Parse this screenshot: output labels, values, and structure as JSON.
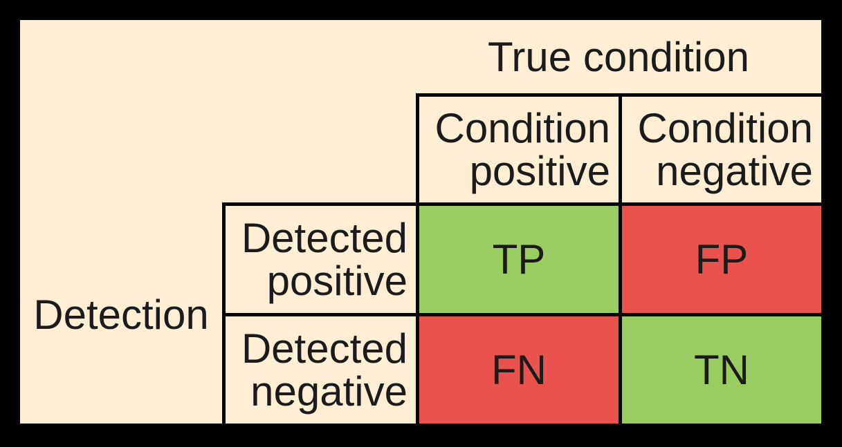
{
  "colors": {
    "background": "#000000",
    "panel": "#FDEED4",
    "border": "#000000",
    "text": "#1b1b1b",
    "good": "#9ACD61",
    "bad": "#EA524E"
  },
  "matrix": {
    "column_axis_title": "True condition",
    "row_axis_title": "Detection",
    "column_headers": [
      {
        "line1": "Condition",
        "line2": "positive"
      },
      {
        "line1": "Condition",
        "line2": "negative"
      }
    ],
    "row_headers": [
      {
        "line1": "Detected",
        "line2": "positive"
      },
      {
        "line1": "Detected",
        "line2": "negative"
      }
    ],
    "cells": [
      {
        "label": "TP",
        "state": "good"
      },
      {
        "label": "FP",
        "state": "bad"
      },
      {
        "label": "FN",
        "state": "bad"
      },
      {
        "label": "TN",
        "state": "good"
      }
    ]
  }
}
